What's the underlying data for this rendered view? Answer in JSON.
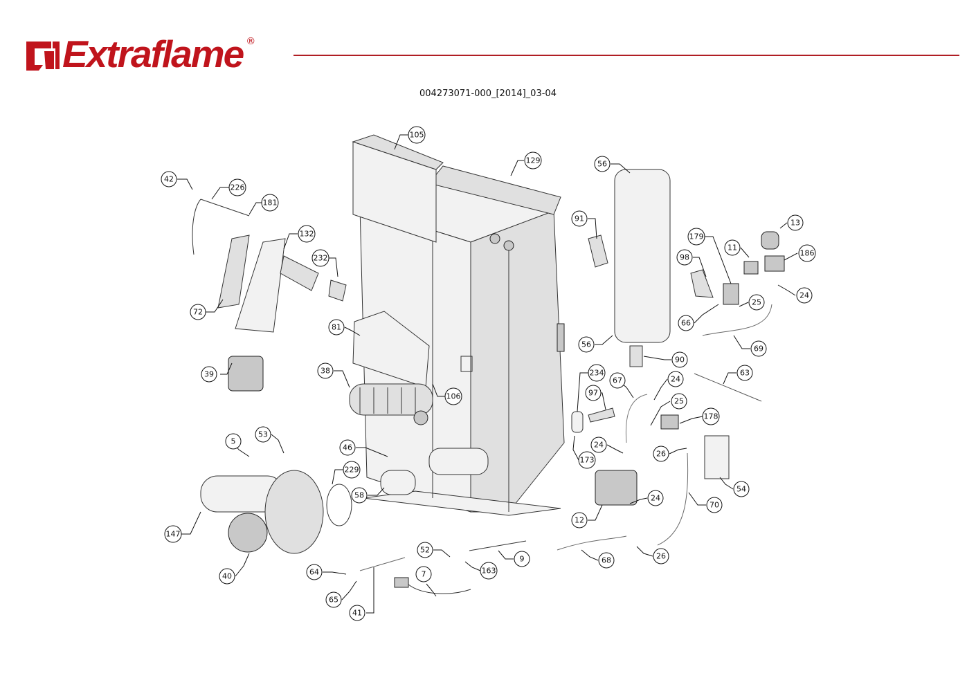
{
  "header": {
    "brand": "Extraflame",
    "registered_mark": "®",
    "document_code": "004273071-000_[2014]_03-04",
    "brand_color": "#c0141c"
  },
  "diagram": {
    "title": "Exploded parts view",
    "callouts": [
      "105",
      "129",
      "56",
      "42",
      "226",
      "181",
      "132",
      "91",
      "13",
      "179",
      "11",
      "186",
      "98",
      "232",
      "24",
      "25",
      "66",
      "72",
      "69",
      "81",
      "56",
      "90",
      "39",
      "38",
      "234",
      "67",
      "24",
      "63",
      "106",
      "97",
      "25",
      "178",
      "5",
      "53",
      "46",
      "173",
      "24",
      "26",
      "229",
      "54",
      "58",
      "24",
      "12",
      "70",
      "147",
      "52",
      "9",
      "68",
      "26",
      "163",
      "64",
      "7",
      "40",
      "65",
      "41"
    ]
  }
}
